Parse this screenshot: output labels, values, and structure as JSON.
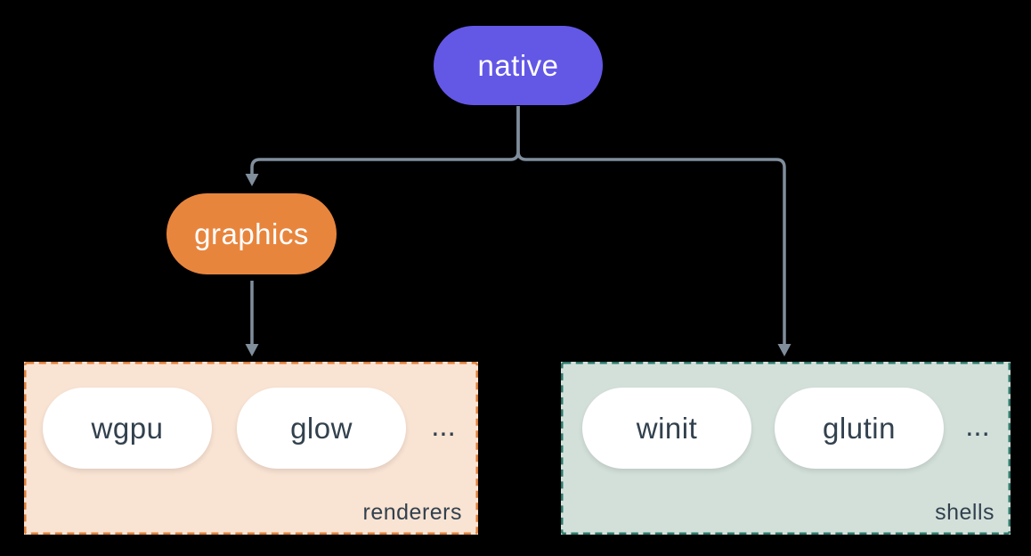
{
  "canvas": {
    "background": "#000000"
  },
  "nodes": {
    "native": {
      "label": "native",
      "fill": "#6357e6",
      "text_color": "#ffffff"
    },
    "graphics": {
      "label": "graphics",
      "fill": "#e8853d",
      "text_color": "#ffffff"
    }
  },
  "groups": {
    "renderers": {
      "label": "renderers",
      "fill": "#f9e3d3",
      "border": "#e0813c",
      "items": [
        "wgpu",
        "glow"
      ],
      "ellipsis": "...",
      "text_color": "#32414e"
    },
    "shells": {
      "label": "shells",
      "fill": "#d3e0da",
      "border": "#2e7b6c",
      "items": [
        "winit",
        "glutin"
      ],
      "ellipsis": "...",
      "text_color": "#32414e"
    }
  },
  "connectors": {
    "color": "#808e9c"
  }
}
